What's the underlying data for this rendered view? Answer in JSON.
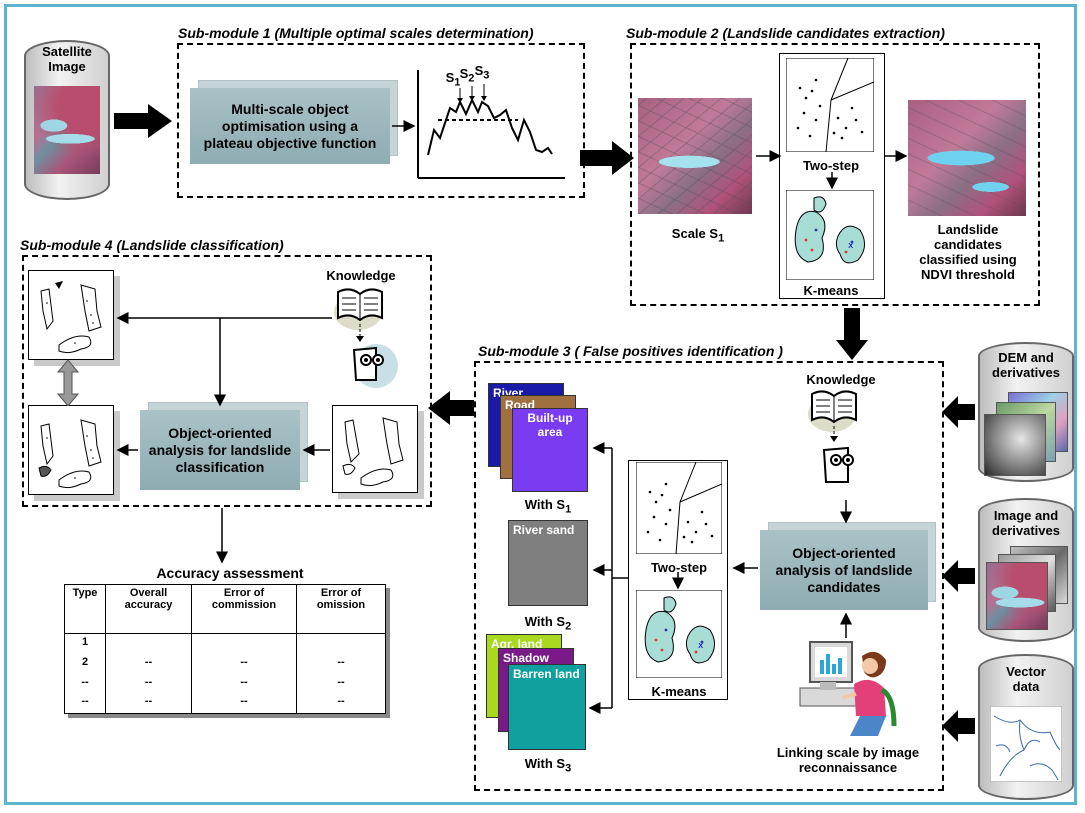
{
  "submodules": {
    "sm1": "Sub-module 1 (Multiple optimal scales determination)",
    "sm2": "Sub-module 2 (Landslide candidates extraction)",
    "sm3": "Sub-module 3 ( False positives identification )",
    "sm4": "Sub-module 4 (Landslide classification)"
  },
  "satellite": {
    "line1": "Satellite",
    "line2": "Image"
  },
  "sm1_box": {
    "line1": "Multi-scale object",
    "line2": "optimisation using a",
    "line3": "plateau objective function"
  },
  "scales": {
    "s1": "S",
    "s2": "S",
    "s3": "S",
    "sub1": "1",
    "sub2": "2",
    "sub3": "3"
  },
  "sm2": {
    "scale_label": "Scale S",
    "scale_sub": "1",
    "two_step": "Two-step",
    "kmeans": "K-means",
    "candidates": [
      "Landslide",
      "candidates",
      "classified using",
      "NDVI threshold"
    ]
  },
  "sm3": {
    "knowledge": "Knowledge",
    "oo_box": [
      "Object-oriented",
      "analysis of landslide",
      "candidates"
    ],
    "two_step": "Two-step",
    "kmeans": "K-means",
    "linking": [
      "Linking scale by image",
      "reconnaissance"
    ],
    "cards1": [
      "River",
      "Road",
      "Built-up area"
    ],
    "cards2": [
      "River sand"
    ],
    "cards3": [
      "Agr. land",
      "Shadow",
      "Barren land"
    ],
    "with1": "With S",
    "with2": "With S",
    "with3": "With S",
    "with1_sub": "1",
    "with2_sub": "2",
    "with3_sub": "3"
  },
  "sm4": {
    "knowledge": "Knowledge",
    "oo_box": [
      "Object-oriented",
      "analysis for landslide",
      "classification"
    ]
  },
  "sources": {
    "dem": [
      "DEM and",
      "derivatives"
    ],
    "image": [
      "Image and",
      "derivatives"
    ],
    "vector": [
      "Vector",
      "data"
    ]
  },
  "accuracy": {
    "title": "Accuracy assessment",
    "headers": [
      "Type",
      "Overall accuracy",
      "Error of commission",
      "Error of omission"
    ],
    "rows": [
      [
        "1",
        "",
        "",
        ""
      ],
      [
        "2",
        "--",
        "--",
        "--"
      ],
      [
        "--",
        "--",
        "--",
        "--"
      ],
      [
        "--",
        "--",
        "--",
        "--"
      ]
    ]
  },
  "colors": {
    "frame": "#5bb4d0",
    "box3d": "#9db7bc",
    "river": "#1a1aa8",
    "road": "#a07040",
    "builtup": "#7a3cf0",
    "riversand": "#7f7f7f",
    "agr": "#a8d820",
    "shadow": "#7a1a8a",
    "barren": "#10a0a0"
  }
}
